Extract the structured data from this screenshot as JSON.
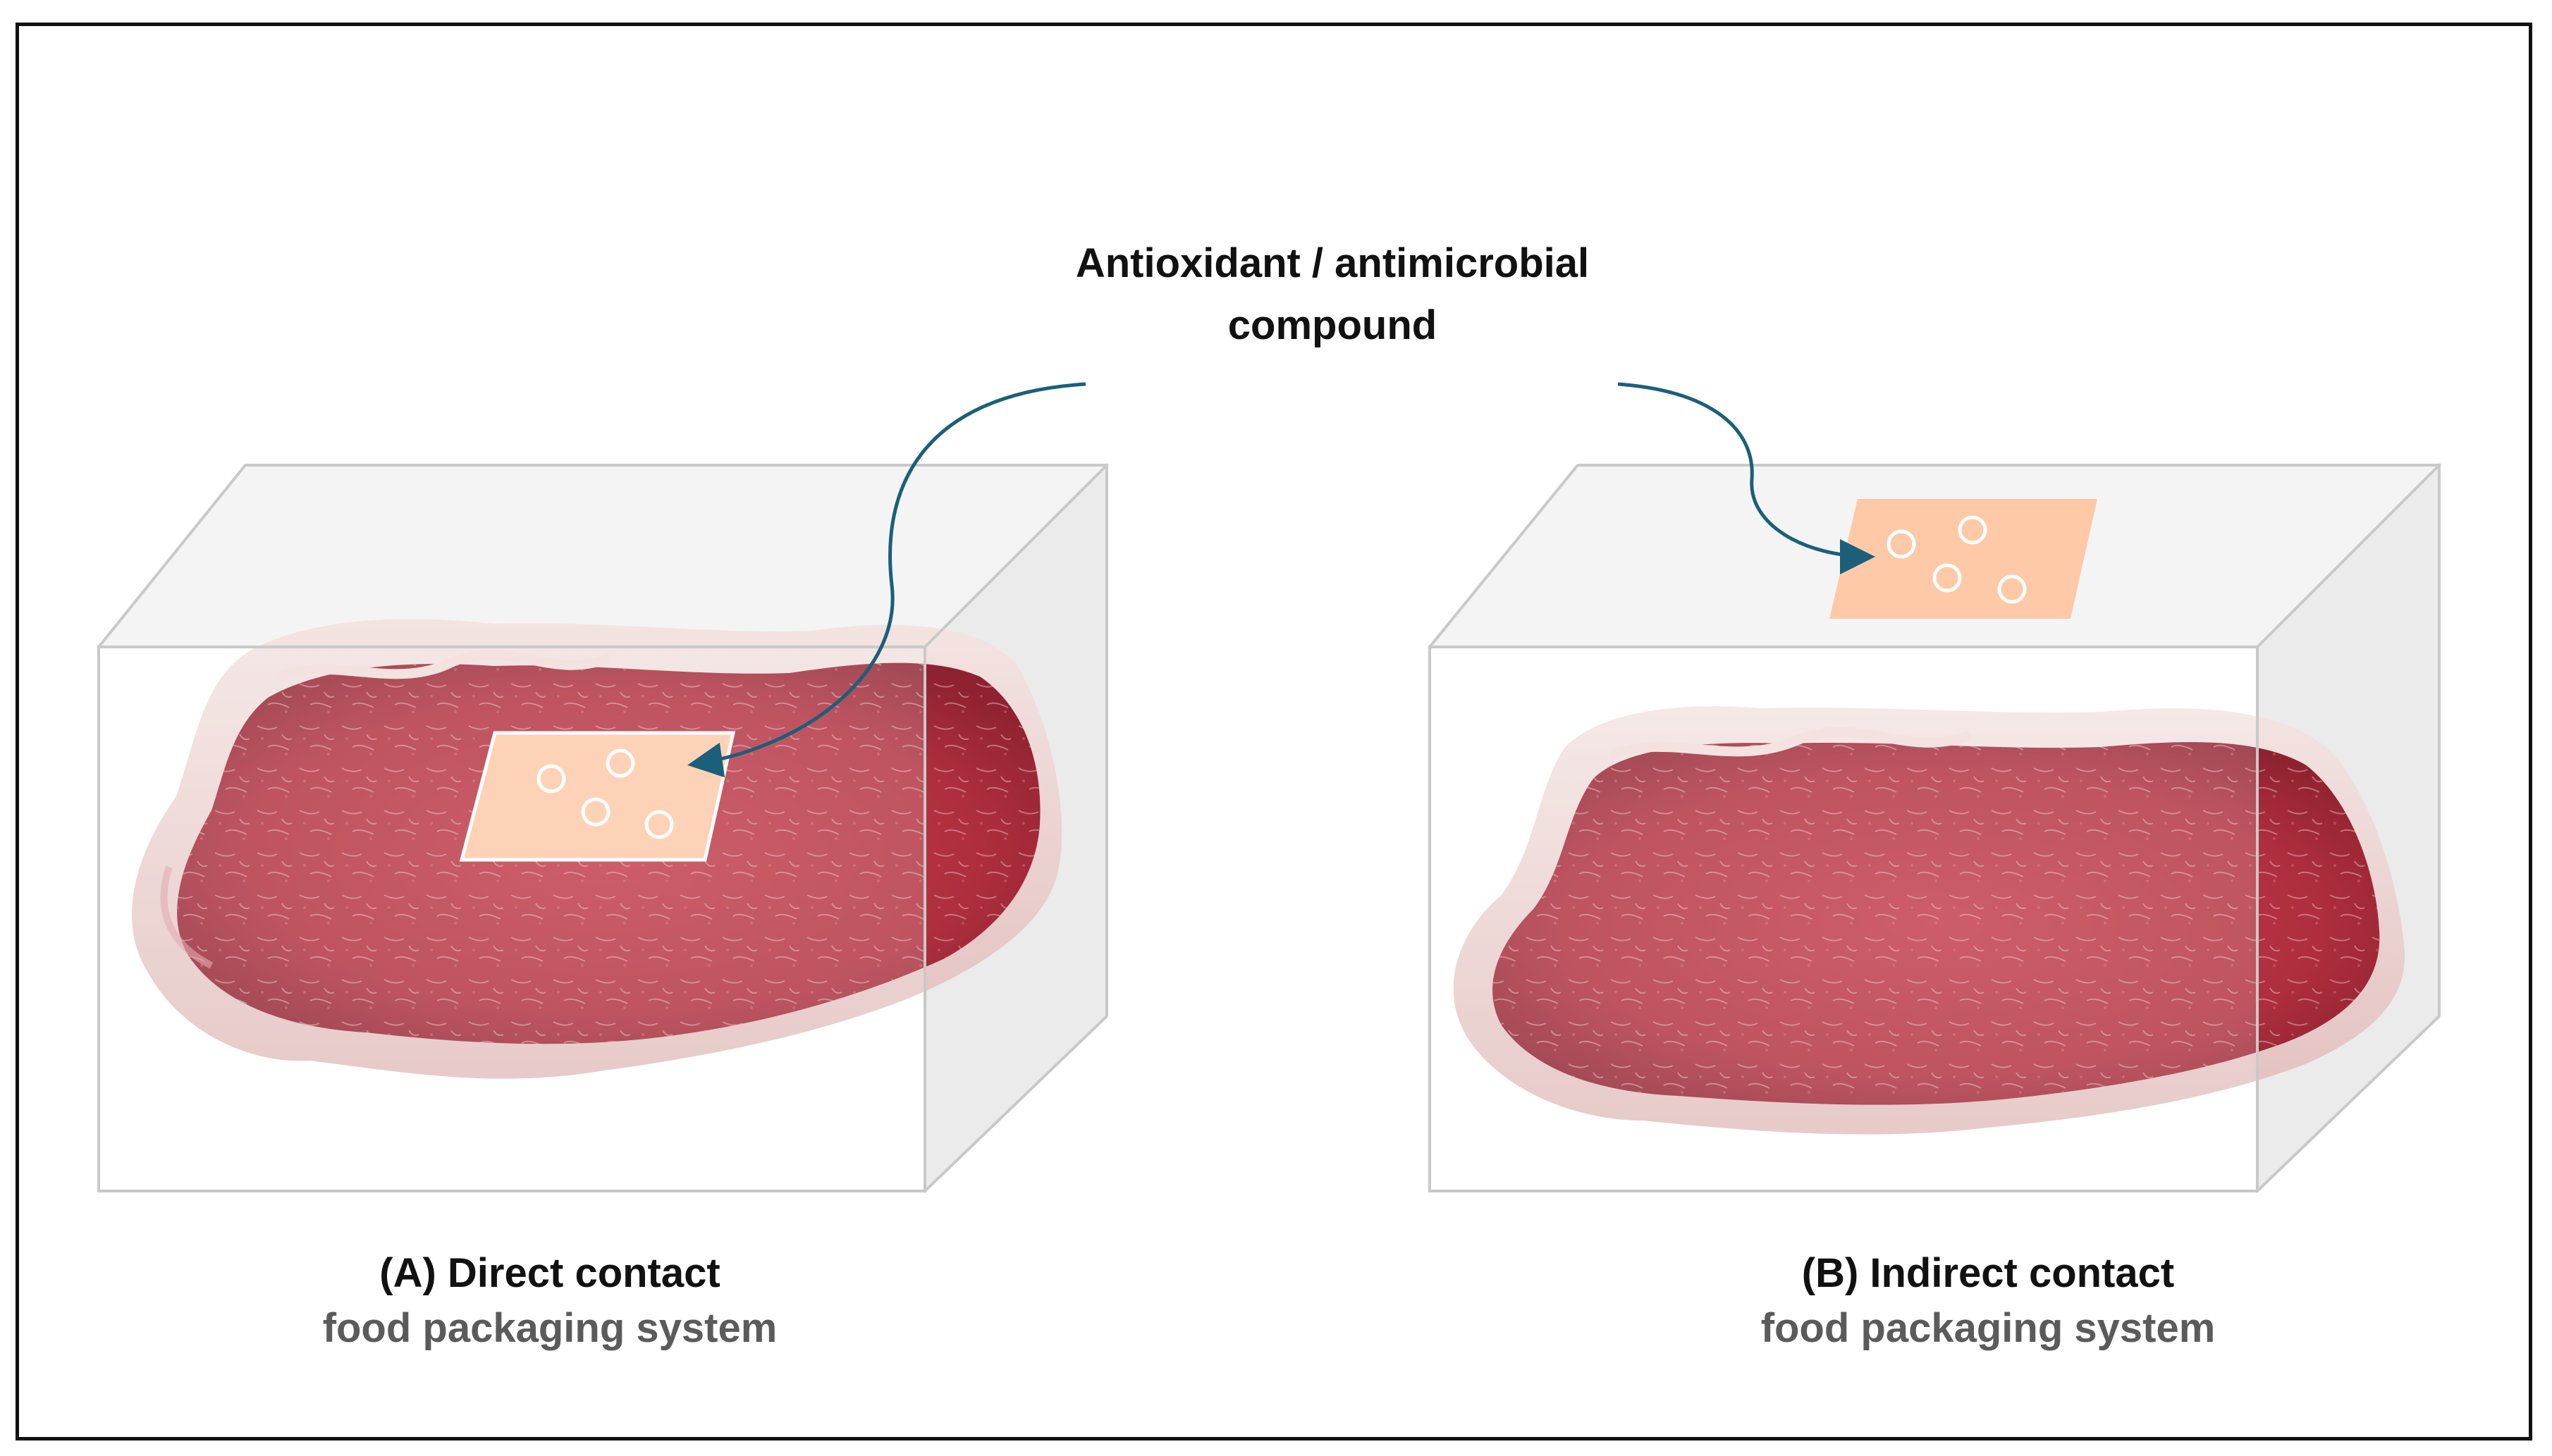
{
  "compound": {
    "line1": "Antioxidant / antimicrobial",
    "line2": "compound"
  },
  "panel_a": {
    "title": "(A) Direct contact",
    "subtitle": "food packaging system"
  },
  "panel_b": {
    "title": "(B) Indirect contact",
    "subtitle": "food packaging system"
  },
  "colors": {
    "arrow": "#1b5f7a",
    "sachet_fill": "#fdc9a7",
    "sachet_dot": "#f5a67a",
    "meat_lean": "#b5303f",
    "meat_fat": "#ead3d0",
    "box_edge": "#c9c9c9",
    "caption_sub": "#5b5b5b"
  },
  "icons": [
    "steak-image",
    "packaging-box",
    "antimicrobial-sachet",
    "curved-arrow"
  ]
}
